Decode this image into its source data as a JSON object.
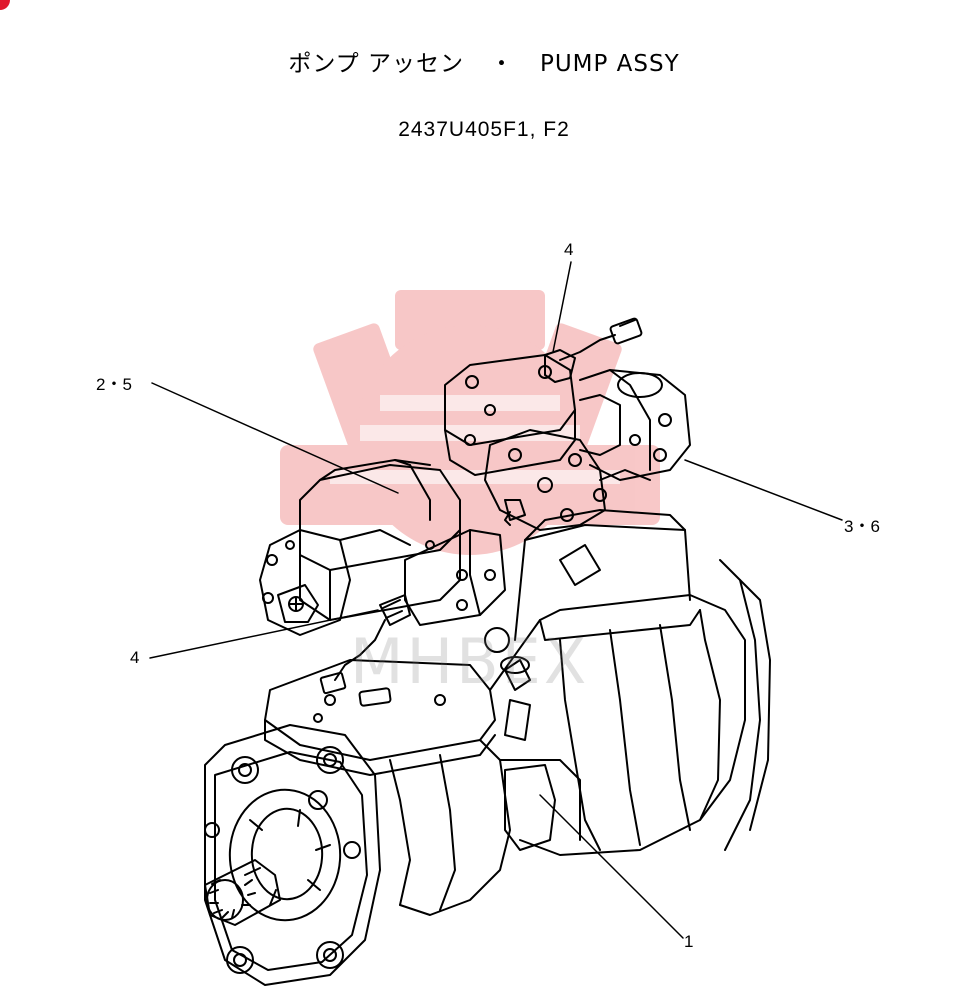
{
  "title": {
    "japanese": "ポンプ アッセン",
    "separator": "・",
    "english": "PUMP ASSY"
  },
  "part_number": "2437U405F1, F2",
  "watermark": "MHBEX",
  "callouts": {
    "c1": "1",
    "c25": "2・5",
    "c36": "3・6",
    "c4_top": "4",
    "c4_left": "4"
  },
  "colors": {
    "watermark": "#f5b5b5",
    "line": "#000000",
    "corner_mark": "#e0182c"
  }
}
